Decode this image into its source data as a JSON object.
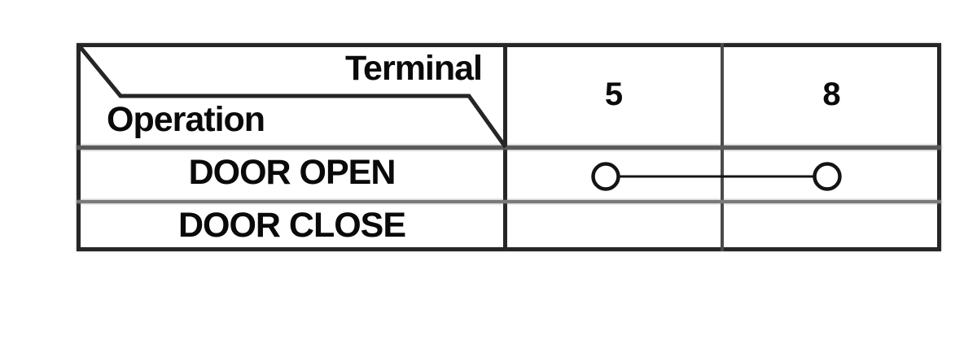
{
  "table": {
    "corner_header": {
      "terminal": "Terminal",
      "operation": "Operation"
    },
    "terminal_columns": [
      "5",
      "8"
    ],
    "rows": [
      {
        "operation": "DOOR OPEN",
        "connection": {
          "terminals": [
            "5",
            "8"
          ],
          "connected": true
        }
      },
      {
        "operation": "DOOR CLOSE",
        "connection": {
          "terminals": [],
          "connected": false
        }
      }
    ],
    "symbols": {
      "contact_circle": "open-circle",
      "continuity_line": "horizontal-line"
    },
    "colors": {
      "frame_dark": "#262626",
      "divider_medium": "#4a4a4a",
      "header_rule_gray": "#5a5a5a",
      "row_rule_gray": "#7a7a7a",
      "text": "#0a0a0a",
      "background": "#ffffff"
    }
  }
}
